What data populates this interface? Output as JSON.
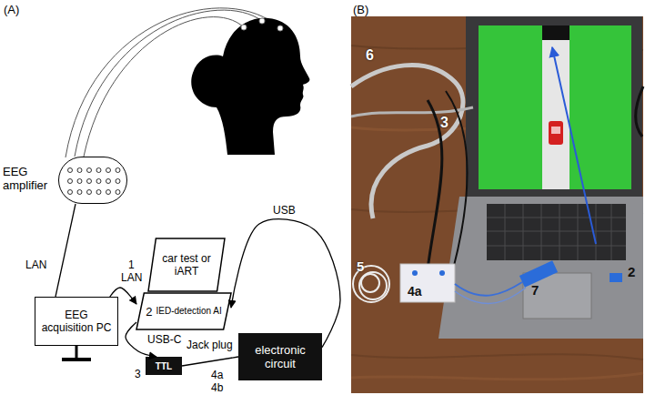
{
  "diagram": {
    "nodes": [
      {
        "text": [
          "EEG amplifier"
        ]
      },
      {
        "text": [
          "EEG acquisition PC"
        ]
      },
      {
        "text": [
          "car test or iART"
        ]
      },
      {
        "text": [
          "2",
          "IED-detection AI"
        ]
      },
      {
        "text": [
          "TTL",
          "3"
        ]
      },
      {
        "text": [
          "electronic circuit"
        ]
      }
    ],
    "edges": [
      {
        "from": 0,
        "to": 1,
        "label": "LAN",
        "arrow": "none"
      },
      {
        "from": 1,
        "to": 3,
        "label": "LAN",
        "arrow": "to"
      },
      {
        "from": 3,
        "to": 4,
        "label": "USB-C",
        "arrow": "to"
      },
      {
        "from": 4,
        "to": 5,
        "label": "Jack plug",
        "arrow": "none"
      },
      {
        "from": 5,
        "to": 3,
        "label": "USB",
        "arrow": "to"
      }
    ],
    "labels": [
      "(A)",
      "(B)",
      "1",
      "4a",
      "4b",
      "6",
      "3",
      "5",
      "4a",
      "7",
      "2"
    ]
  }
}
